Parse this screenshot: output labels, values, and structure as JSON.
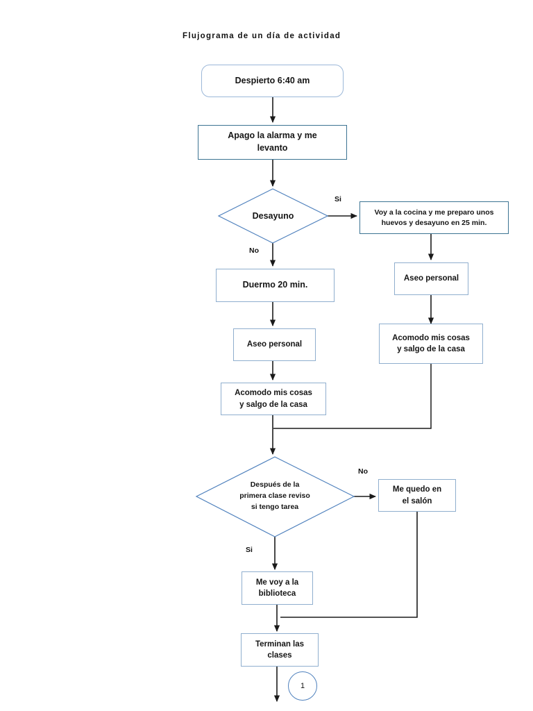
{
  "document": {
    "title": "Flujograma de un día de actividad"
  },
  "colors": {
    "border_light": "#8faece",
    "border_dark": "#3b7392",
    "border_rounded": "#9bb7d8",
    "diamond_stroke": "#4f81bd",
    "arrow": "#1a1a1a",
    "connector_circle": "#4f81bd",
    "text": "#151515",
    "background": "#ffffff"
  },
  "chart_data": {
    "type": "diagram",
    "diagram_type": "flowchart",
    "title": "Flujograma de un día de actividad",
    "nodes": [
      {
        "id": "n1",
        "shape": "rounded-rectangle",
        "text": "Despierto 6:40 am"
      },
      {
        "id": "n2",
        "shape": "rectangle",
        "text": "Apago la alarma y me levanto"
      },
      {
        "id": "d1",
        "shape": "diamond",
        "text": "Desayuno"
      },
      {
        "id": "n3",
        "shape": "rectangle",
        "text": "Voy a la cocina y me preparo unos huevos y desayuno en 25 min."
      },
      {
        "id": "n4",
        "shape": "rectangle",
        "text": "Duermo 20 min."
      },
      {
        "id": "n5",
        "shape": "rectangle",
        "text": "Aseo personal"
      },
      {
        "id": "n6",
        "shape": "rectangle",
        "text": "Aseo personal"
      },
      {
        "id": "n7",
        "shape": "rectangle",
        "text": "Acomodo mis cosas y salgo de la casa"
      },
      {
        "id": "n8",
        "shape": "rectangle",
        "text": "Acomodo mis cosas y salgo de la casa"
      },
      {
        "id": "d2",
        "shape": "diamond",
        "text": "Después de la primera clase reviso si tengo tarea"
      },
      {
        "id": "n9",
        "shape": "rectangle",
        "text": "Me quedo en el salón"
      },
      {
        "id": "n10",
        "shape": "rectangle",
        "text": "Me voy a la biblioteca"
      },
      {
        "id": "n11",
        "shape": "rectangle",
        "text": "Terminan las clases"
      },
      {
        "id": "c1",
        "shape": "circle",
        "text": "1"
      }
    ],
    "edges": [
      {
        "from": "n1",
        "to": "n2",
        "label": ""
      },
      {
        "from": "n2",
        "to": "d1",
        "label": ""
      },
      {
        "from": "d1",
        "to": "n3",
        "label": "Si"
      },
      {
        "from": "d1",
        "to": "n4",
        "label": "No"
      },
      {
        "from": "n3",
        "to": "n6",
        "label": ""
      },
      {
        "from": "n6",
        "to": "n8",
        "label": ""
      },
      {
        "from": "n4",
        "to": "n5",
        "label": ""
      },
      {
        "from": "n5",
        "to": "n7",
        "label": ""
      },
      {
        "from": "n7",
        "to": "d2",
        "label": ""
      },
      {
        "from": "n8",
        "to": "d2",
        "label": ""
      },
      {
        "from": "d2",
        "to": "n9",
        "label": "No"
      },
      {
        "from": "d2",
        "to": "n10",
        "label": "Si"
      },
      {
        "from": "n9",
        "to": "n11",
        "label": ""
      },
      {
        "from": "n10",
        "to": "n11",
        "label": ""
      },
      {
        "from": "n11",
        "to": "next-page",
        "label": ""
      }
    ]
  },
  "nodes": {
    "wake_up": {
      "text": "Despierto 6:40 am"
    },
    "alarm_off": {
      "line1": "Apago la alarma y me",
      "line2": "levanto"
    },
    "breakfast_decision": {
      "text": "Desayuno"
    },
    "kitchen": {
      "line1": "Voy a la cocina y me preparo unos",
      "line2": "huevos y desayuno en 25 min."
    },
    "sleep_more": {
      "text": "Duermo 20 min."
    },
    "hygiene_left": {
      "text": "Aseo personal"
    },
    "hygiene_right": {
      "text": "Aseo personal"
    },
    "leave_home_right": {
      "line1": "Acomodo mis cosas",
      "line2": "y salgo de la casa"
    },
    "leave_home_left": {
      "line1": "Acomodo mis cosas",
      "line2": "y salgo de la casa"
    },
    "homework_decision": {
      "line1": "Después de la",
      "line2": "primera clase reviso",
      "line3": "si tengo tarea"
    },
    "stay_classroom": {
      "line1": "Me quedo en",
      "line2": "el salón"
    },
    "library": {
      "line1": "Me voy a la",
      "line2": "biblioteca"
    },
    "classes_end": {
      "line1": "Terminan las",
      "line2": "clases"
    },
    "page_connector": {
      "text": "1"
    }
  },
  "edge_labels": {
    "breakfast_yes": "Si",
    "breakfast_no": "No",
    "homework_no": "No",
    "homework_yes": "Si"
  }
}
